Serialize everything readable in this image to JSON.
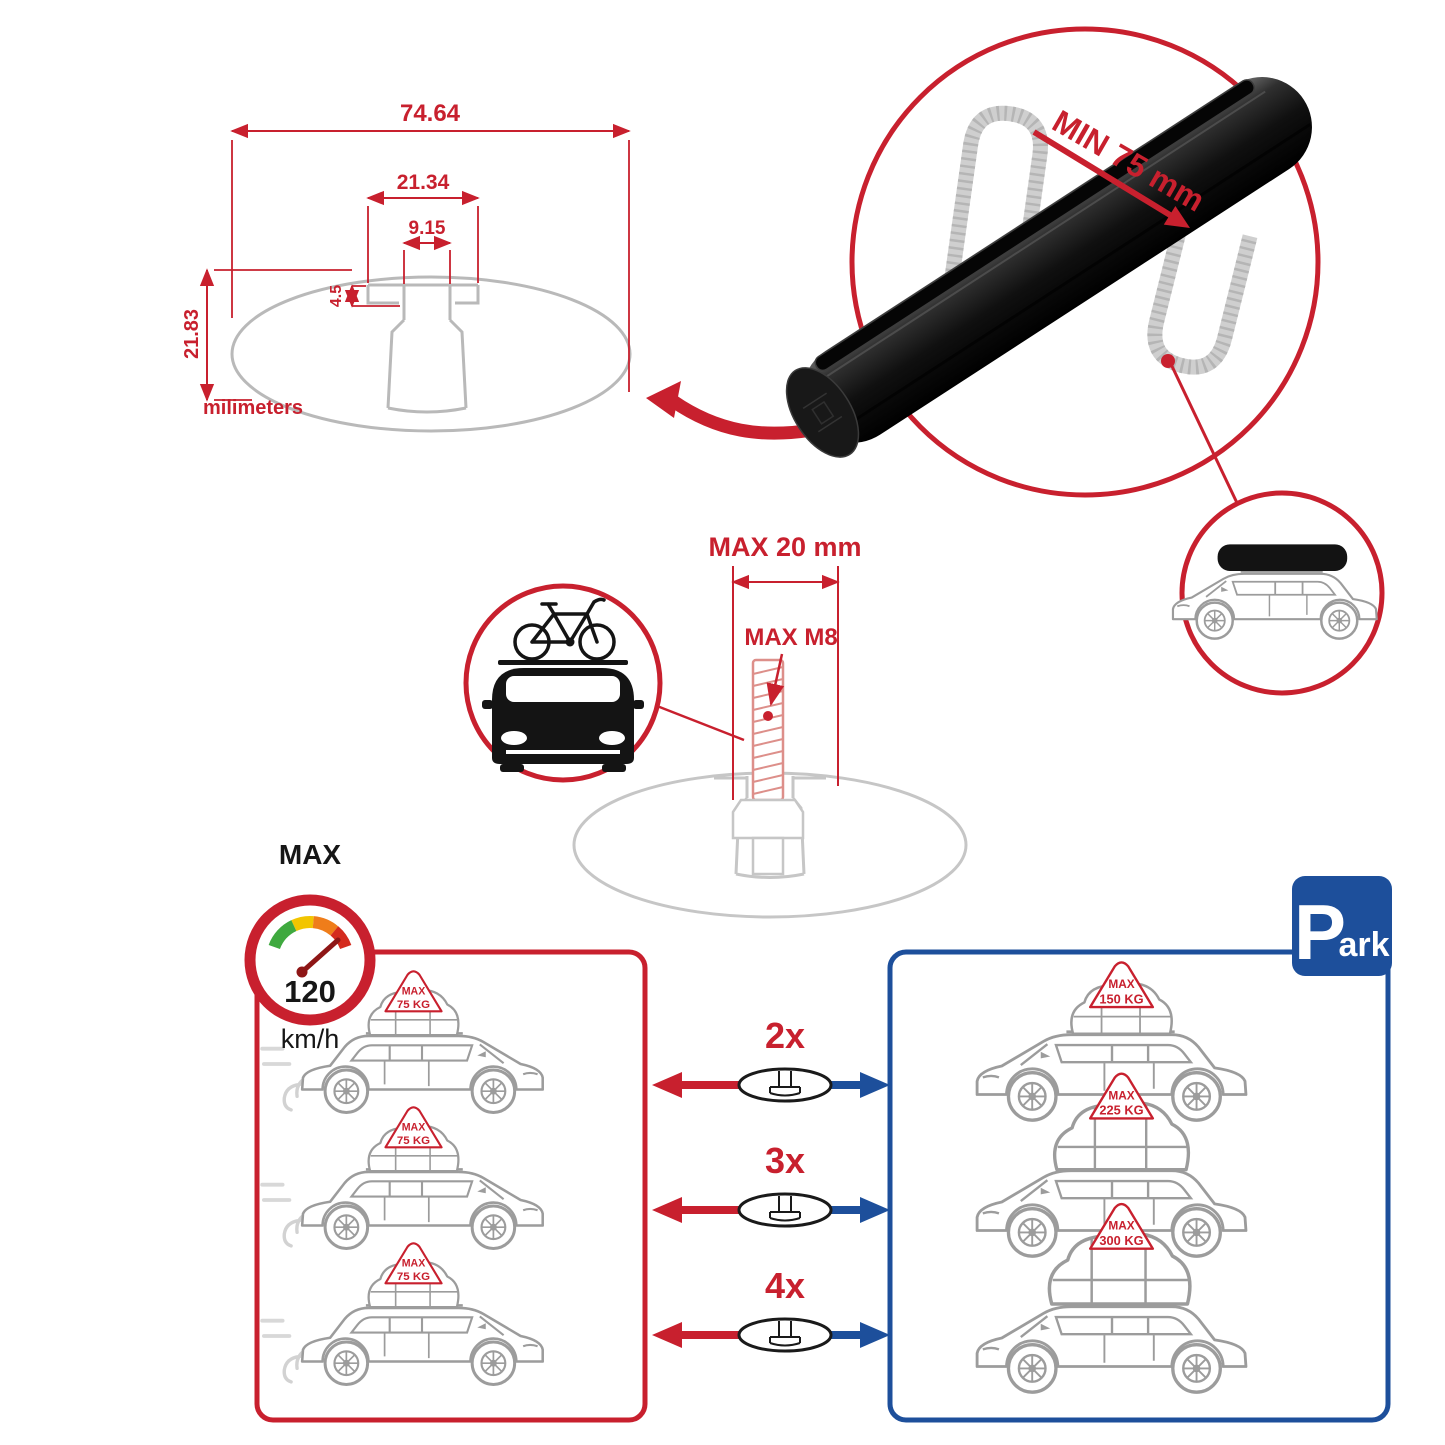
{
  "colors": {
    "accent_red": "#c8202e",
    "accent_blue": "#1d4f9b",
    "line_gray": "#b9b9b9",
    "bar_black": "#101010"
  },
  "dimension_drawing": {
    "total_width": "74.64",
    "slot_outer_width": "21.34",
    "slot_inner_width": "9.15",
    "slot_depth": "4.5",
    "total_height": "21.83",
    "units_label": "milimeters"
  },
  "crossbar_detail": {
    "min_clearance_label": "MIN 75 mm"
  },
  "bolt_detail": {
    "max_length_label": "MAX 20 mm",
    "max_thread_label": "MAX M8"
  },
  "speed_limit": {
    "label": "MAX",
    "value": "120",
    "unit": "km/h"
  },
  "parking_sign": {
    "letter": "P",
    "rest": "ark"
  },
  "capacity_left": {
    "rows": [
      {
        "line1": "MAX",
        "line2": "75 KG"
      },
      {
        "line1": "MAX",
        "line2": "75 KG"
      },
      {
        "line1": "MAX",
        "line2": "75 KG"
      }
    ]
  },
  "capacity_right": {
    "rows": [
      {
        "line1": "MAX",
        "line2": "150 KG"
      },
      {
        "line1": "MAX",
        "line2": "225 KG"
      },
      {
        "line1": "MAX",
        "line2": "300 KG"
      }
    ]
  },
  "multipliers": [
    {
      "label": "2x"
    },
    {
      "label": "3x"
    },
    {
      "label": "4x"
    }
  ]
}
